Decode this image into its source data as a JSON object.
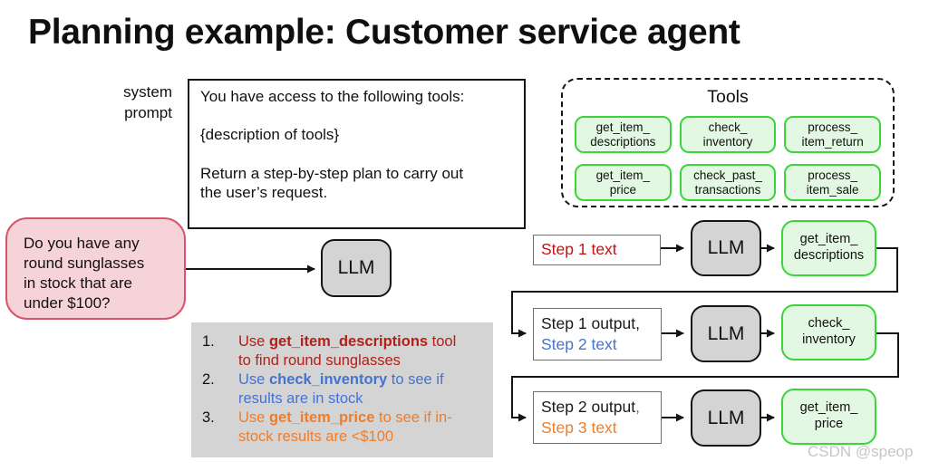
{
  "title": "Planning example: Customer service agent",
  "watermark": "CSDN @speop",
  "colors": {
    "step_red": "#c01414",
    "plan_red": "#b32017",
    "blue": "#4473d2",
    "orange": "#f07c28",
    "black": "#1a1a1a",
    "green_border": "#3bd43b",
    "green_fill": "#e3f8e2",
    "pink_fill": "#f6d3d8",
    "pink_border": "#d5566b",
    "gray_fill": "#d4d4d4"
  },
  "system_prompt": {
    "label_line1": "system",
    "label_line2": "prompt",
    "p1": "You have access to the following tools:",
    "p2": "{description of tools}",
    "p3": "Return a step-by-step plan to carry out the user’s request."
  },
  "user_query": {
    "text": "Do you have any round sunglasses in stock that are under $100?"
  },
  "tools_panel": {
    "title": "Tools",
    "items": [
      {
        "line1": "get_item_",
        "line2": "descriptions"
      },
      {
        "line1": "check_",
        "line2": "inventory"
      },
      {
        "line1": "process_",
        "line2": "item_return"
      },
      {
        "line1": "get_item_",
        "line2": "price"
      },
      {
        "line1": "check_past_",
        "line2": "transactions"
      },
      {
        "line1": "process_",
        "line2": "item_sale"
      }
    ]
  },
  "plan_list": {
    "items": [
      {
        "num": "1.",
        "pre": "Use ",
        "tool": "get_item_descriptions",
        "post": " tool to find round sunglasses",
        "color": "#b32017"
      },
      {
        "num": "2.",
        "pre": "Use ",
        "tool": "check_inventory",
        "post": " to see if results are in stock",
        "color": "#4473d2"
      },
      {
        "num": "3.",
        "pre": "Use ",
        "tool": "get_item_price",
        "post": " to see if in-stock results are <$100",
        "color": "#f07c28"
      }
    ]
  },
  "flow": {
    "llm_label": "LLM",
    "rows": [
      {
        "text1": "Step 1 text",
        "color1": "#c01414",
        "tool1": "get_item_",
        "tool2": "descriptions"
      },
      {
        "text1": "Step 1 output,",
        "color1": "#1a1a1a",
        "text2": "Step 2 text",
        "color2": "#4473d2",
        "tool1": "check_",
        "tool2": "inventory"
      },
      {
        "text1": "Step 2 output",
        "color1": "#1a1a1a",
        "comma": ",",
        "comma_color": "#4473d2",
        "text2": "Step 3 text",
        "color2": "#f07c28",
        "tool1": "get_item_",
        "tool2": "price"
      }
    ]
  }
}
